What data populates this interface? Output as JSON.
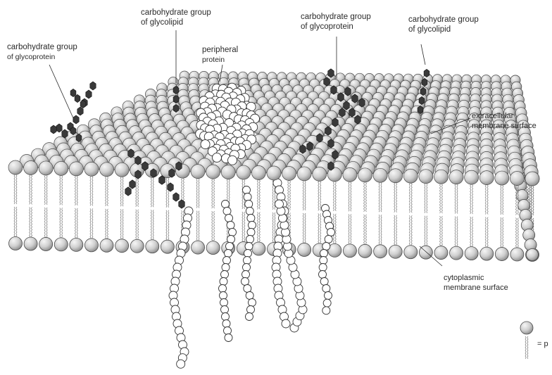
{
  "labels": {
    "cg_glycoprotein_left": [
      "carbohydrate group",
      "of glycoprotein"
    ],
    "cg_glycolipid_left": [
      "carbohydrate group",
      "of glycolipid"
    ],
    "peripheral_protein": [
      "peripheral",
      "protein"
    ],
    "cg_glycoprotein_right": [
      "carbohydrate group",
      "of glycoprotein"
    ],
    "cg_glycolipid_right": [
      "carbohydrate group",
      "of glycolipid"
    ],
    "extracellular_surface": [
      "extracellular",
      "membrane surface"
    ],
    "cytoplasmic_surface": [
      "cytoplasmic",
      "membrane surface"
    ],
    "legend_text": "= p"
  },
  "colors": {
    "ink": "#2a2a2a",
    "head_fill": "#cfcfcf",
    "head_light": "#f4f4f4",
    "sugar": "#3a3a3a",
    "protein_fill": "#ffffff"
  }
}
